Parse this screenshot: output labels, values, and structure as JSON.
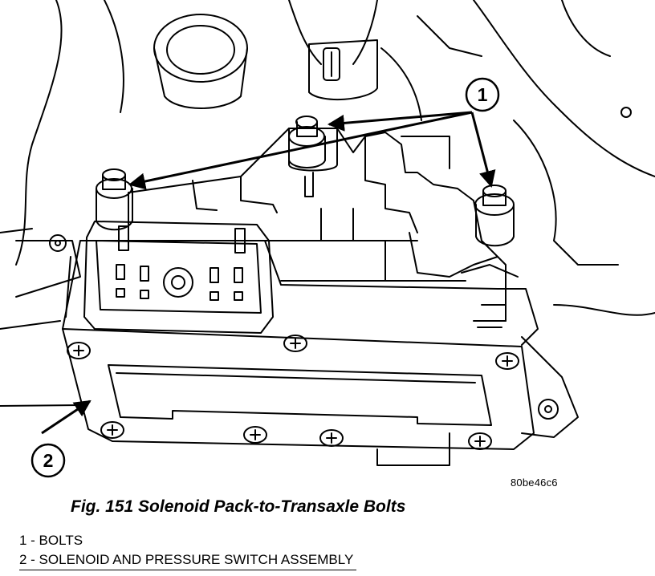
{
  "figure": {
    "reference_code": "80be46c6",
    "caption": "Fig. 151 Solenoid Pack-to-Transaxle Bolts",
    "callouts": [
      {
        "number": "1",
        "label": "1 - BOLTS"
      },
      {
        "number": "2",
        "label": "2 - SOLENOID AND PRESSURE SWITCH ASSEMBLY"
      }
    ]
  },
  "colors": {
    "line": "#000000",
    "background": "#ffffff"
  }
}
